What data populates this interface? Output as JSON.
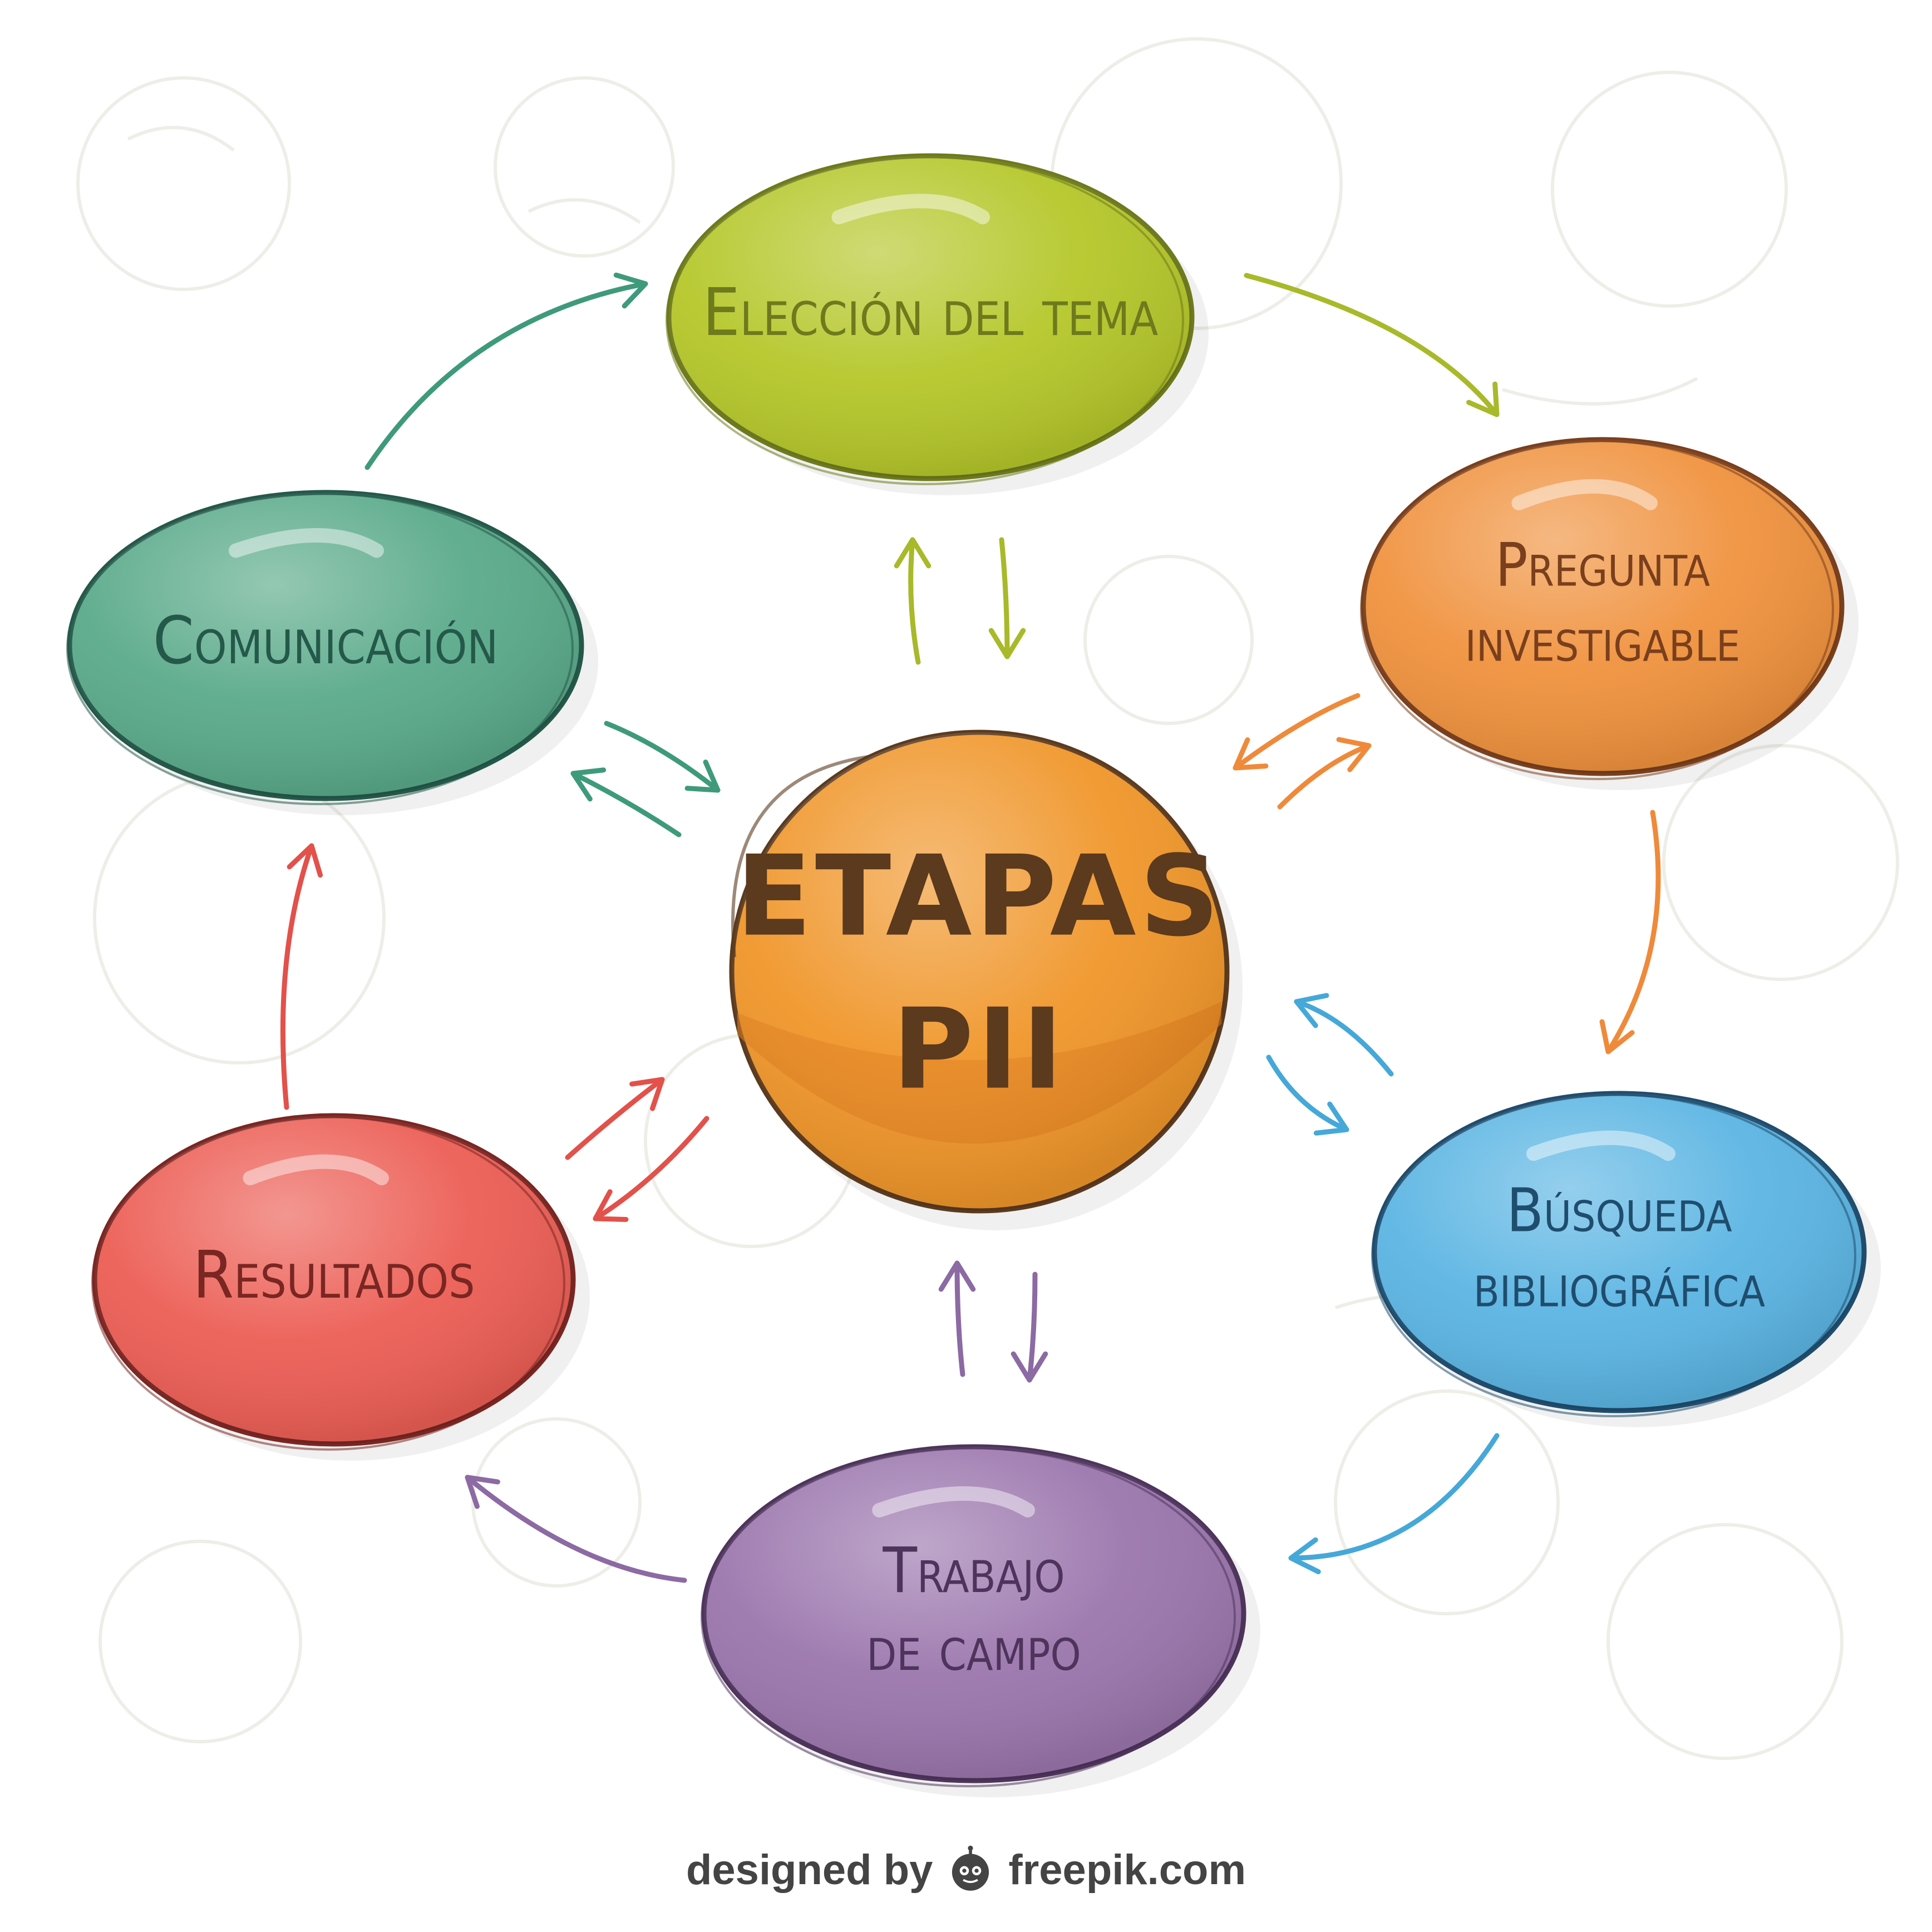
{
  "diagram": {
    "center": {
      "line1": "ETAPAS",
      "line2": "PII",
      "color": "#f0962a",
      "stroke": "#5b3a1e"
    },
    "nodes": [
      {
        "id": "eleccion",
        "lines": [
          "Elección del tema"
        ],
        "color": "#b5c72a",
        "stroke": "#6e7a1c"
      },
      {
        "id": "pregunta",
        "lines": [
          "Pregunta",
          "investigable"
        ],
        "color": "#f0923e",
        "stroke": "#7a3f1c"
      },
      {
        "id": "busqueda",
        "lines": [
          "Búsqueda",
          "bibliográfica"
        ],
        "color": "#5bb5e3",
        "stroke": "#1f4d6e"
      },
      {
        "id": "trabajo",
        "lines": [
          "Trabajo",
          "de campo"
        ],
        "color": "#9b76ad",
        "stroke": "#4e345c"
      },
      {
        "id": "resultados",
        "lines": [
          "Resultados"
        ],
        "color": "#ec5e55",
        "stroke": "#7a2622"
      },
      {
        "id": "comunicacion",
        "lines": [
          "Comunicación"
        ],
        "color": "#5aaa8a",
        "stroke": "#24594a"
      }
    ],
    "arrow_colors": {
      "green": "#a8b92a",
      "orange": "#ef8a3a",
      "blue": "#45a8d8",
      "purple": "#8c6aa3",
      "red": "#e2514a",
      "teal": "#3f9a7c"
    }
  },
  "footer": {
    "prefix": "designed by",
    "brand": "freepik.com",
    "logo_icon": "freepik-logo-icon"
  }
}
